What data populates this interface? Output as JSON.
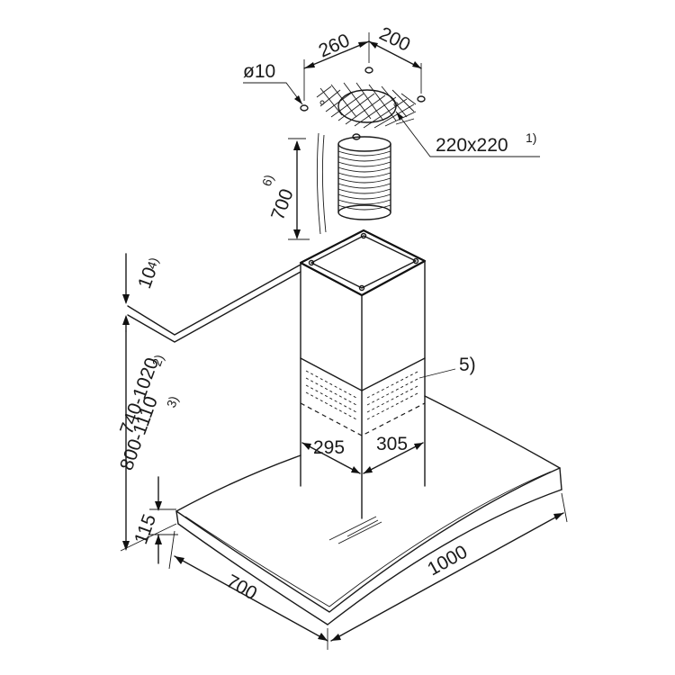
{
  "dimensions": {
    "hole_diameter": "ø10",
    "mount_width": "260",
    "mount_depth": "200",
    "duct_opening": "220x220",
    "duct_opening_note": "1)",
    "duct_length": "700",
    "duct_length_note": "6)",
    "ceiling_gap": "10",
    "ceiling_gap_note": "4)",
    "height_range_a": "740-1020",
    "height_range_a_note": "2)",
    "height_range_b": "800-1110",
    "height_range_b_note": "3)",
    "chimney_callout": "5)",
    "chimney_left": "295",
    "chimney_right": "305",
    "canopy_height": "115",
    "hood_depth": "700",
    "hood_width": "1000"
  }
}
